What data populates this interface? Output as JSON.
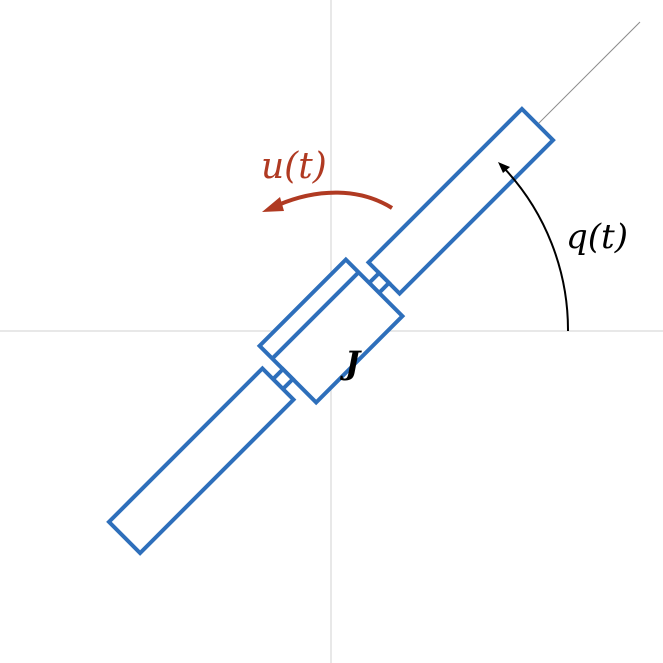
{
  "colors": {
    "body_stroke": "#2e6fbb",
    "axis": "#d9d9d9",
    "centerline": "#8c8c8c",
    "torque_arrow": "#b03a22",
    "angle_arrow": "#000000"
  },
  "labels": {
    "torque": "u(t)",
    "angle": "q(t)",
    "inertia": "J"
  },
  "icons": {
    "torque_arrow": "curved-arrow-counterclockwise",
    "angle_arrow": "arc-arrow"
  },
  "rotation_angle_deg": 45
}
